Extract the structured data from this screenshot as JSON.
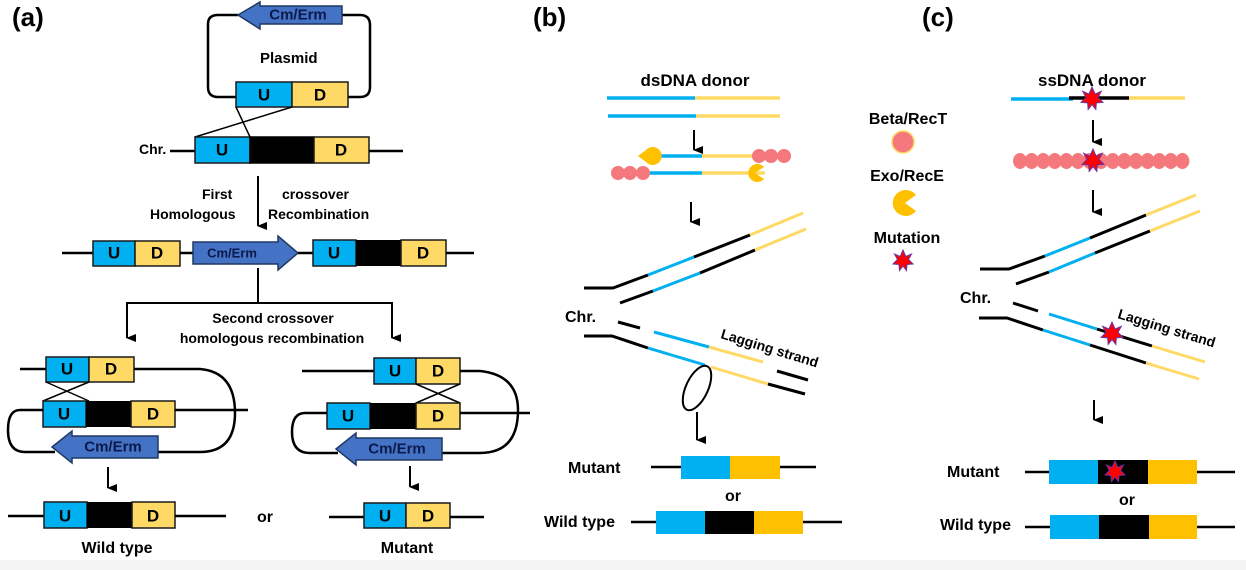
{
  "colors": {
    "upstream": "#00b0f0",
    "downstream_a": "#ffd966",
    "downstream_bc": "#ffc000",
    "target": "#000000",
    "marker": "#4472c4",
    "beta": "#f4787c",
    "exo": "#ffc000",
    "mutation": "#ff0000",
    "mutation_border": "#7030a0"
  },
  "panel_a": {
    "label": "(a)",
    "marker_label": "Cm/Erm",
    "plasmid_label": "Plasmid",
    "upstream_label": "U",
    "downstream_label": "D",
    "chr_label": "Chr.",
    "step1_left_line1": "First",
    "step1_left_line2": "Homologous",
    "step1_right_line1": "crossover",
    "step1_right_line2": "Recombination",
    "step2_line1": "Second crossover",
    "step2_line2": "homologous recombination",
    "or_label": "or",
    "result_left": "Wild type",
    "result_right": "Mutant"
  },
  "panel_b": {
    "label": "(b)",
    "donor_label": "dsDNA donor",
    "chr_label": "Chr.",
    "lagging_label": "Lagging strand",
    "mutant_label": "Mutant",
    "or_label": "or",
    "wildtype_label": "Wild type"
  },
  "legend": {
    "items": [
      {
        "label": "Beta/RecT",
        "icon": "beta-recT-circle"
      },
      {
        "label": "Exo/RecE",
        "icon": "exo-recE-pacman"
      },
      {
        "label": "Mutation",
        "icon": "mutation-star"
      }
    ]
  },
  "panel_c": {
    "label": "(c)",
    "donor_label": "ssDNA donor",
    "chr_label": "Chr.",
    "lagging_label": "Lagging strand",
    "mutant_label": "Mutant",
    "or_label": "or",
    "wildtype_label": "Wild type"
  }
}
